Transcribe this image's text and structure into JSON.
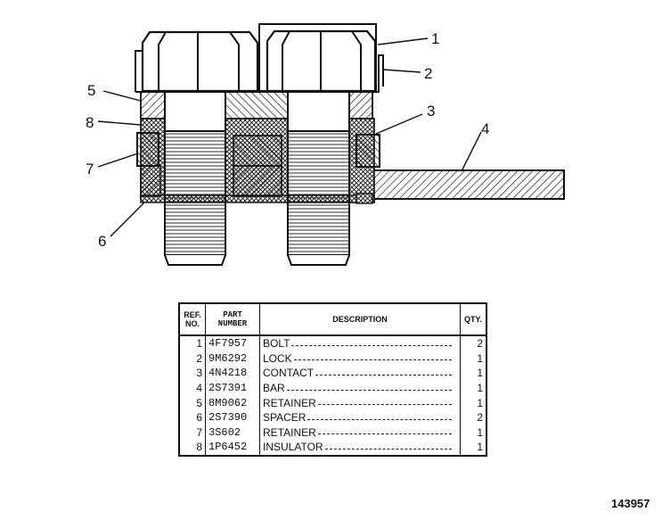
{
  "callouts": {
    "c1": "1",
    "c2": "2",
    "c3": "3",
    "c4": "4",
    "c5": "5",
    "c6": "6",
    "c7": "7",
    "c8": "8"
  },
  "table": {
    "headers": {
      "ref": "REF. NO.",
      "part": "PART NUMBER",
      "desc": "DESCRIPTION",
      "qty": "QTY."
    },
    "rows": [
      {
        "ref": "1",
        "part": "4F7957",
        "desc": "BOLT",
        "qty": "2"
      },
      {
        "ref": "2",
        "part": "9M6292",
        "desc": "LOCK",
        "qty": "1"
      },
      {
        "ref": "3",
        "part": "4N4218",
        "desc": "CONTACT",
        "qty": "1"
      },
      {
        "ref": "4",
        "part": "2S7391",
        "desc": "BAR",
        "qty": "1"
      },
      {
        "ref": "5",
        "part": "8M9062",
        "desc": "RETAINER",
        "qty": "1"
      },
      {
        "ref": "6",
        "part": "2S7390",
        "desc": "SPACER",
        "qty": "2"
      },
      {
        "ref": "7",
        "part": "3S602",
        "desc": "RETAINER",
        "qty": "1"
      },
      {
        "ref": "8",
        "part": "1P6452",
        "desc": "INSULATOR",
        "qty": "1"
      }
    ]
  },
  "drawing_number": "143957",
  "colors": {
    "ink": "#111111",
    "paper": "#ffffff"
  }
}
